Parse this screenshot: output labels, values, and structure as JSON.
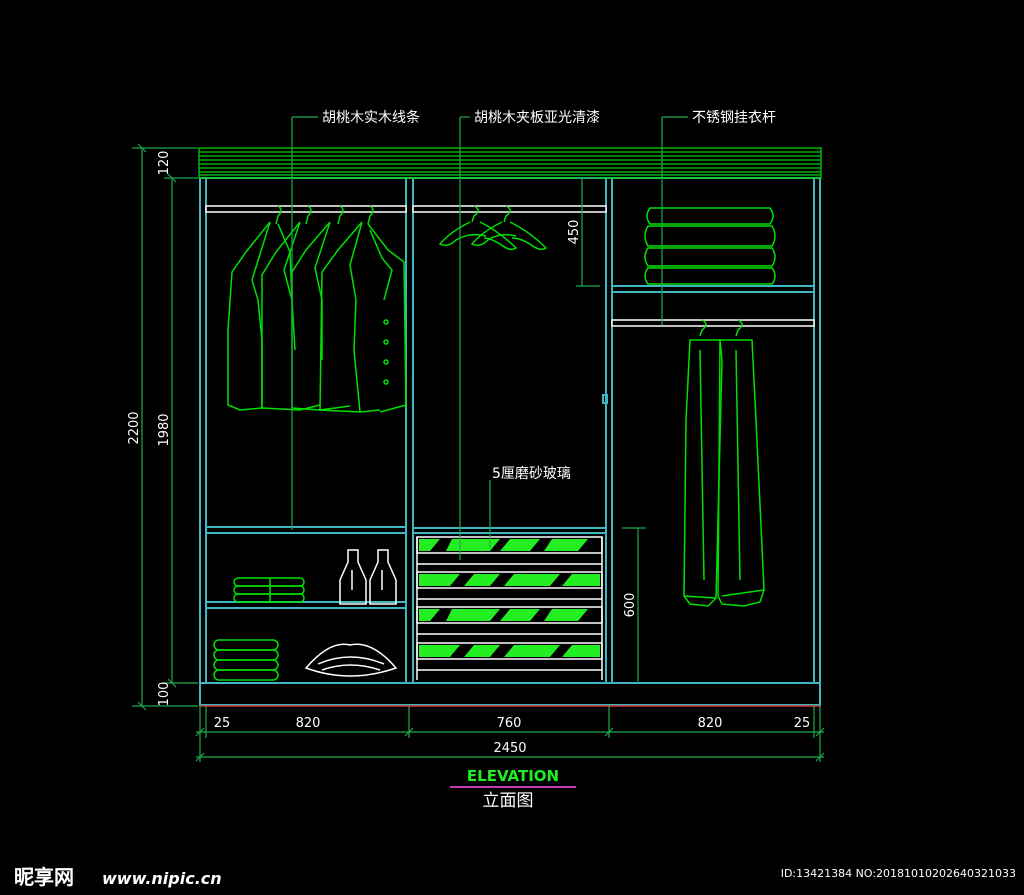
{
  "labels": {
    "walnut_solid_strip": "胡桃木实木线条",
    "walnut_plywood_matte": "胡桃木夹板亚光清漆",
    "steel_rail": "不锈钢挂衣杆",
    "frosted_glass": "5厘磨砂玻璃"
  },
  "dimensions": {
    "height_total": "2200",
    "height_inner": "1980",
    "top_band": "120",
    "base_band": "100",
    "hang_gap": "450",
    "drawer_height": "600",
    "side_left": "25",
    "width_left": "820",
    "width_center": "760",
    "width_right": "820",
    "side_right": "25",
    "width_total": "2450"
  },
  "title": {
    "en": "ELEVATION",
    "cn": "立面图"
  },
  "watermark": {
    "brand": "昵享网",
    "site": "www.nipic.cn",
    "id": "ID:13421384 NO:20181010202640321033"
  },
  "colors": {
    "background": "#000000",
    "cabinet_frame": "#3fb6c2",
    "cad_green": "#00e000",
    "dimension_lines": "#1fa84a",
    "title_underline": "#c43db8",
    "base_line": "#d43030"
  }
}
